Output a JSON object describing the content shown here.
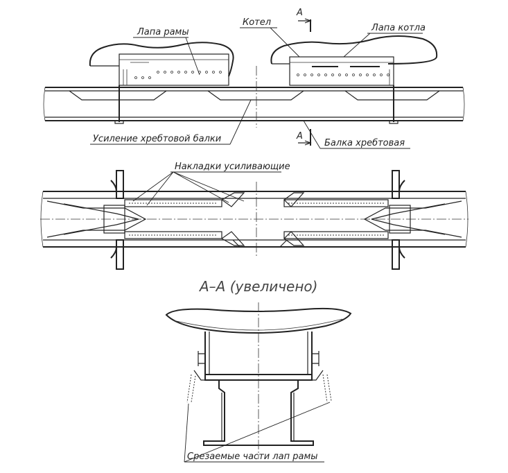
{
  "figure": {
    "section_mark": "A",
    "labels": {
      "frame_paw": "Лапа рамы",
      "boiler": "Котел",
      "boiler_paw": "Лапа котла",
      "spine_reinforcement": "Усиление хребтовой балки",
      "spine_beam": "Балка хребтовая",
      "reinforcing_plates": "Накладки усиливающие",
      "section_title": "А–А (увеличено)",
      "cut_parts": "Срезаемые части лап рамы"
    }
  }
}
